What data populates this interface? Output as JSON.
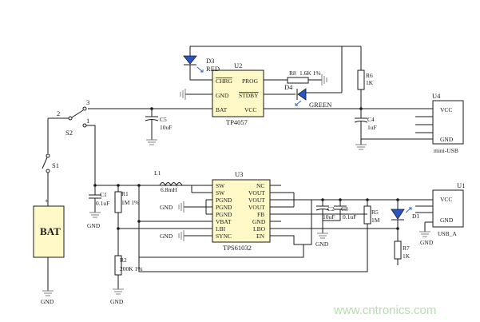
{
  "chips": {
    "u2": {
      "ref": "U2",
      "name": "TP4057",
      "pins": {
        "chrg": "CHRG",
        "prog": "PROG",
        "gnd": "GND",
        "stdby": "STDBY",
        "bat": "BAT",
        "vcc": "VCC"
      }
    },
    "u3": {
      "ref": "U3",
      "name": "TPS61032",
      "pins": {
        "sw1": "SW",
        "sw2": "SW",
        "pgnd1": "PGND",
        "pgnd2": "PGND",
        "pgnd3": "PGND",
        "vbat": "VBAT",
        "lbi": "LBI",
        "sync": "SYNC",
        "nc": "NC",
        "vout1": "VOUT",
        "vout2": "VOUT",
        "vout3": "VOUT",
        "fb": "FB",
        "gnd": "GND",
        "lbo": "LBO",
        "en": "EN"
      }
    },
    "u4": {
      "ref": "U4",
      "name": "mini-USB",
      "pins": {
        "vcc": "VCC",
        "gnd": "GND"
      }
    },
    "u1": {
      "ref": "U1",
      "name": "USB_A",
      "pins": {
        "vcc": "VCC",
        "gnd": "GND"
      }
    }
  },
  "components": {
    "d3": {
      "ref": "D3",
      "value": "RED"
    },
    "d4": {
      "ref": "D4",
      "value": "GREEN"
    },
    "d1": {
      "ref": "D1"
    },
    "r8": {
      "ref": "R8",
      "value": "1.6K 1%"
    },
    "r6": {
      "ref": "R6",
      "value": "1K"
    },
    "r1": {
      "ref": "R1",
      "value": "1M 1%"
    },
    "r2": {
      "ref": "R2",
      "value": "200K 1%"
    },
    "r5": {
      "ref": "R5",
      "value": "1M"
    },
    "r7": {
      "ref": "R7",
      "value": "1K"
    },
    "c5": {
      "ref": "C5",
      "value": "10uF"
    },
    "c4": {
      "ref": "C4",
      "value": "1uF"
    },
    "c1": {
      "ref": "C1",
      "value": "0.1uF"
    },
    "c2": {
      "ref": "C2",
      "value": "10uF"
    },
    "c3": {
      "ref": "C3",
      "value": "0.1uF"
    },
    "l1": {
      "ref": "L1",
      "value": "6.8mH"
    },
    "s1": {
      "ref": "S1"
    },
    "s2": {
      "ref": "S2",
      "pin1": "1",
      "pin2": "2",
      "pin3": "3"
    },
    "bat": {
      "label": "BAT",
      "plus": "+"
    }
  },
  "net_labels": {
    "gnd": "GND"
  },
  "watermark": "www.cntronics.com",
  "colors": {
    "chip_fill": "#fff9c8",
    "led_blue": "#2a55c8",
    "watermark": "#b8dcb0"
  }
}
